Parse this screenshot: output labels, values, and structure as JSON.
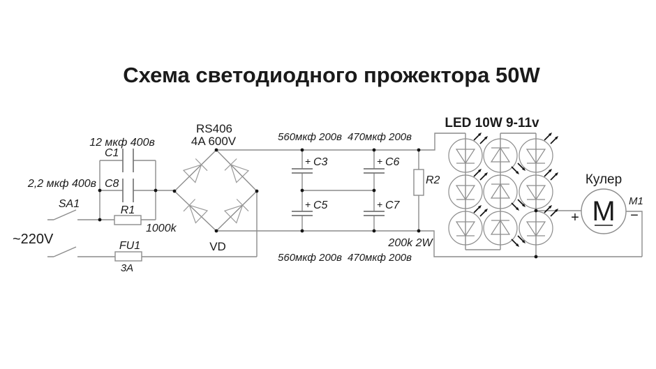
{
  "title": "Схема светодиодного прожектора 50W",
  "colors": {
    "accent_blue": "#1459a6",
    "wire_gray": "#8c8c8c",
    "text_black": "#1a1a1a"
  },
  "mains": {
    "voltage": "~220V",
    "switch": "SA1",
    "fuse": "FU1",
    "fuse_rating": "3A"
  },
  "input_filter": {
    "c1": "C1",
    "c1_value": "12 мкф 400в",
    "c8": "C8",
    "c8_value": "2,2 мкф 400в",
    "r1": "R1",
    "r1_value": "1000k"
  },
  "rectifier": {
    "part": "RS406",
    "rating": "4A 600V",
    "designator": "VD"
  },
  "smoothing": {
    "plus": "+",
    "c3": "C3",
    "c5": "C5",
    "c6": "C6",
    "c7": "C7",
    "top_left_value": "560мкф 200в",
    "top_right_value": "470мкф 200в",
    "bottom_left_value": "560мкф 200в",
    "bottom_right_value": "470мкф 200в"
  },
  "bleeder": {
    "r2": "R2",
    "r2_value": "200k 2W"
  },
  "led_array": {
    "label": "LED 10W 9-11v"
  },
  "cooler": {
    "label": "Кулер",
    "motor": "M",
    "designator": "M1",
    "plus": "+",
    "minus": "−"
  }
}
